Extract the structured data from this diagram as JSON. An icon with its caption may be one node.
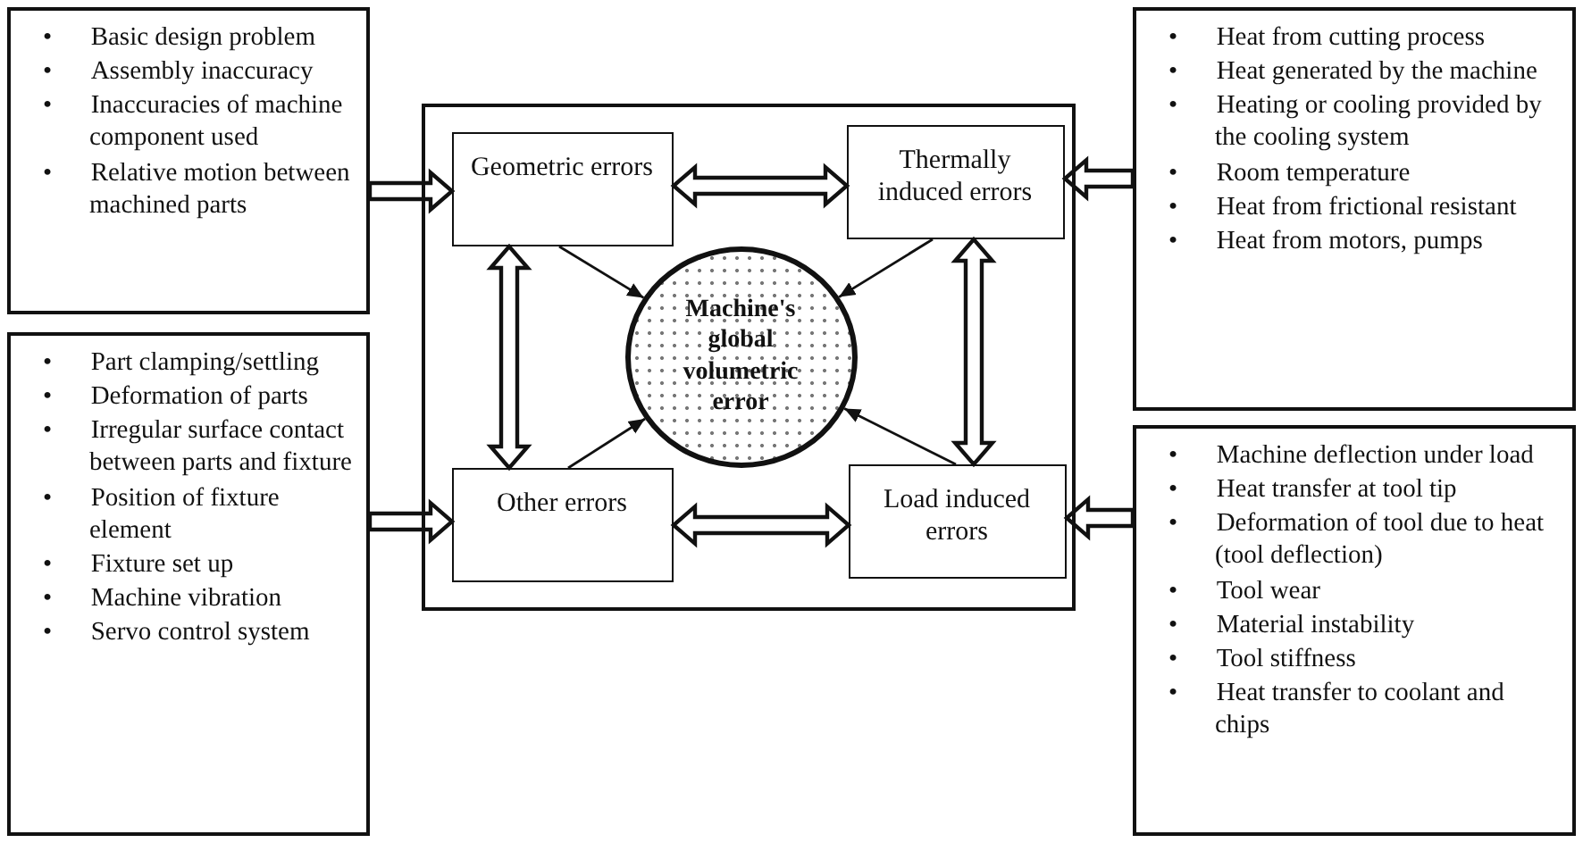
{
  "diagram": {
    "nodes": [
      {
        "text": [
          "• Basic design problem",
          "• Assembly inaccuracy",
          "• Inaccuracies of machine component used",
          "• Relative motion between machined parts"
        ]
      },
      {
        "text": [
          "• Part clamping/settling",
          "• Deformation of parts",
          "• Irregular surface contact between parts and fixture",
          "• Position of fixture element",
          "• Fixture set up",
          "• Machine vibration",
          "• Servo control system"
        ]
      },
      {
        "text": [],
        "shape": "box"
      },
      {
        "text": [
          "Geometric errors"
        ],
        "in": 2
      },
      {
        "text": [
          "Thermally induced errors"
        ],
        "in": 2
      },
      {
        "text": [
          "Machine's global volumetric error"
        ],
        "in": 2
      },
      {
        "text": [
          "Other errors"
        ],
        "in": 2
      },
      {
        "text": [
          "Load induced errors"
        ],
        "in": 2
      },
      {
        "text": [
          "• Heat from cutting process",
          "• Heat generated by the machine",
          "• Heating or cooling provided by the cooling system",
          "• Room temperature",
          "• Heat from frictional resistant",
          "• Heat from motors, pumps"
        ]
      },
      {
        "text": [
          "• Machine deflection under load",
          "• Heat transfer at tool tip",
          "• Deformation of tool due to heat (tool deflection)",
          "• Tool wear",
          "• Material instability",
          "• Tool stiffness",
          "• Heat transfer to coolant and chips"
        ]
      }
    ],
    "edges": [
      {
        "from": 0,
        "to": 3,
        "arrow": "to"
      },
      {
        "from": 1,
        "to": 6,
        "arrow": "to"
      },
      {
        "from": 8,
        "to": 4,
        "arrow": "to"
      },
      {
        "from": 9,
        "to": 7,
        "arrow": "to"
      },
      {
        "from": 3,
        "to": 4,
        "arrow": "both"
      },
      {
        "from": 3,
        "to": 6,
        "arrow": "both"
      },
      {
        "from": 4,
        "to": 7,
        "arrow": "both"
      },
      {
        "from": 6,
        "to": 7,
        "arrow": "both"
      },
      {
        "from": 3,
        "to": 5,
        "arrow": "to"
      },
      {
        "from": 4,
        "to": 5,
        "arrow": "to"
      },
      {
        "from": 6,
        "to": 5,
        "arrow": "to"
      },
      {
        "from": 7,
        "to": 5,
        "arrow": "to"
      }
    ]
  }
}
